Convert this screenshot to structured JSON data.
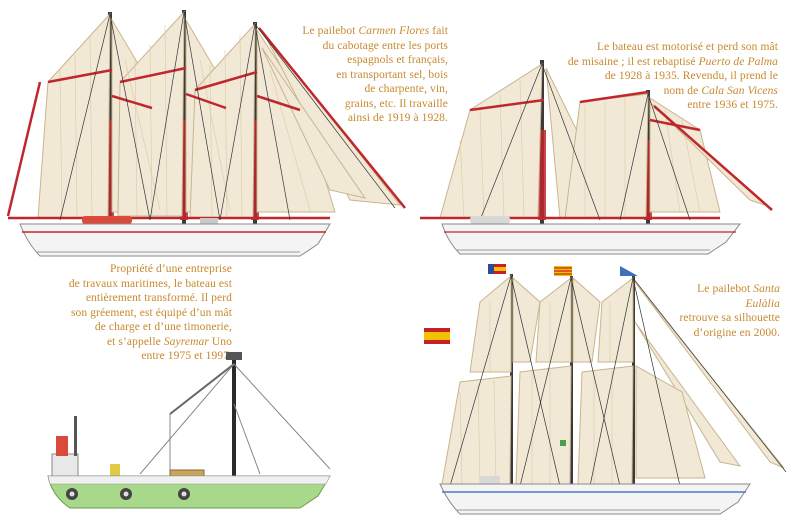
{
  "captions": {
    "carmen": {
      "lines": [
        [
          "Le pailebot ",
          {
            "i": "Carmen Flores"
          },
          " fait"
        ],
        [
          "du cabotage entre les ports"
        ],
        [
          "espagnols et français,"
        ],
        [
          "en transportant sel, bois"
        ],
        [
          "de charpente, vin,"
        ],
        [
          "grains, etc. Il travaille"
        ],
        [
          "ainsi de 1919 à 1928."
        ]
      ]
    },
    "puerto": {
      "lines": [
        [
          "Le bateau est motorisé et perd son mât"
        ],
        [
          "de misaine ; il est rebaptisé ",
          {
            "i": "Puerto de Palma"
          }
        ],
        [
          "de 1928 à 1935. Revendu, il prend le"
        ],
        [
          "nom de ",
          {
            "i": "Cala San Vicens"
          }
        ],
        [
          "entre 1936 et 1975."
        ]
      ]
    },
    "sayremar": {
      "lines": [
        [
          "Propriété d’une entreprise"
        ],
        [
          "de travaux maritimes, le bateau est"
        ],
        [
          "entièrement transformé. Il perd"
        ],
        [
          "son gréement, est équipé d’un mât"
        ],
        [
          "de charge et d’une timonerie,"
        ],
        [
          "et s’appelle ",
          {
            "i": "Sayremar"
          },
          " Uno"
        ],
        [
          "entre 1975 et 1997."
        ]
      ]
    },
    "eulalia": {
      "lines": [
        [
          "Le pailebot ",
          {
            "i": "Santa Eulàlia"
          }
        ],
        [
          "retrouve sa silhouette"
        ],
        [
          "d’origine en 2000."
        ]
      ]
    }
  },
  "colors": {
    "caption": "#c8892e",
    "sail": "#f1e9d6",
    "sail_line": "#c9b58f",
    "rigging_red": "#c0272d",
    "hull_white": "#f4f4f4",
    "hull_green": "#a8d88a",
    "mast_dark": "#2b2b2b"
  }
}
